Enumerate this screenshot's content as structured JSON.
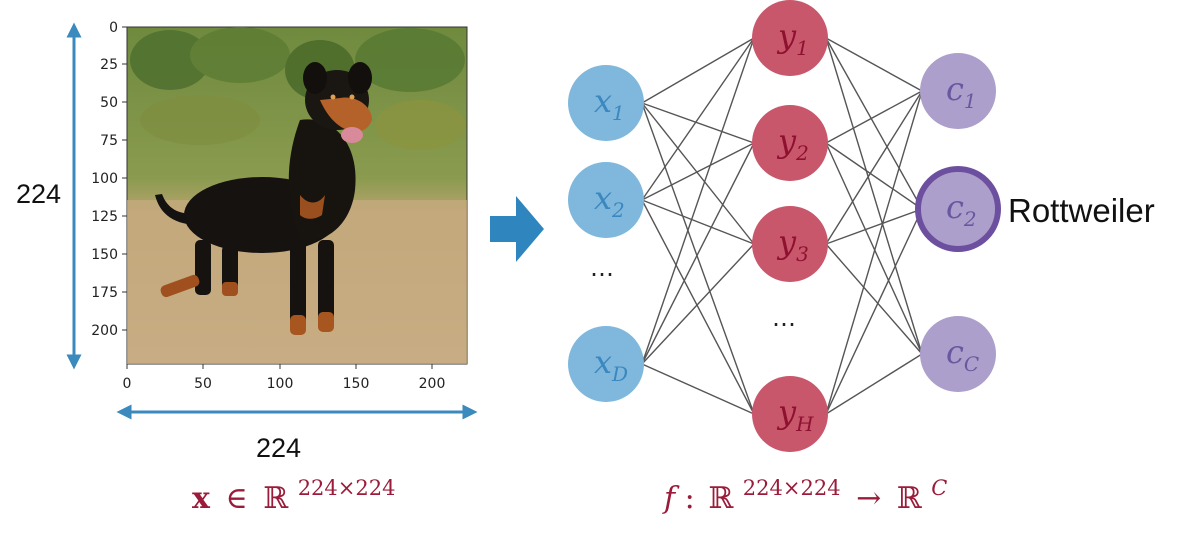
{
  "image_panel": {
    "y_ticks": [
      "0",
      "25",
      "50",
      "75",
      "100",
      "125",
      "150",
      "175",
      "200"
    ],
    "x_ticks": [
      "0",
      "50",
      "100",
      "150",
      "200"
    ],
    "height_label": "224",
    "width_label": "224",
    "photo_subject": "rottweiler-dog"
  },
  "input_formula": {
    "var": "x",
    "member": "∈",
    "set": "ℝ",
    "exponent": "224×224"
  },
  "function_formula": {
    "name": "f",
    "colon": ":",
    "domain_set": "ℝ",
    "domain_exp": "224×224",
    "arrow": "→",
    "codomain_set": "ℝ",
    "codomain_exp": "C"
  },
  "network": {
    "input_nodes": [
      {
        "letter": "x",
        "sub": "1"
      },
      {
        "letter": "x",
        "sub": "2"
      },
      {
        "letter": "x",
        "sub": "D"
      }
    ],
    "hidden_nodes": [
      {
        "letter": "y",
        "sub": "1"
      },
      {
        "letter": "y",
        "sub": "2"
      },
      {
        "letter": "y",
        "sub": "3"
      },
      {
        "letter": "y",
        "sub": "H"
      }
    ],
    "output_nodes": [
      {
        "letter": "c",
        "sub": "1"
      },
      {
        "letter": "c",
        "sub": "2"
      },
      {
        "letter": "c",
        "sub": "C"
      }
    ],
    "input_ellipsis": "…",
    "hidden_ellipsis": "…",
    "predicted_label": "Rottweiler"
  },
  "colors": {
    "input_node": "#7fb8dc",
    "input_text": "#3b87bf",
    "hidden_node": "#c9576c",
    "hidden_text": "#8e1230",
    "output_node": "#ad9fcb",
    "output_text": "#6a57a0",
    "output_ring": "#6d4f9f",
    "arrow": "#2f86bf",
    "dimension_arrow": "#3a8abd",
    "math": "#9b1c3a",
    "edge": "#555555"
  }
}
